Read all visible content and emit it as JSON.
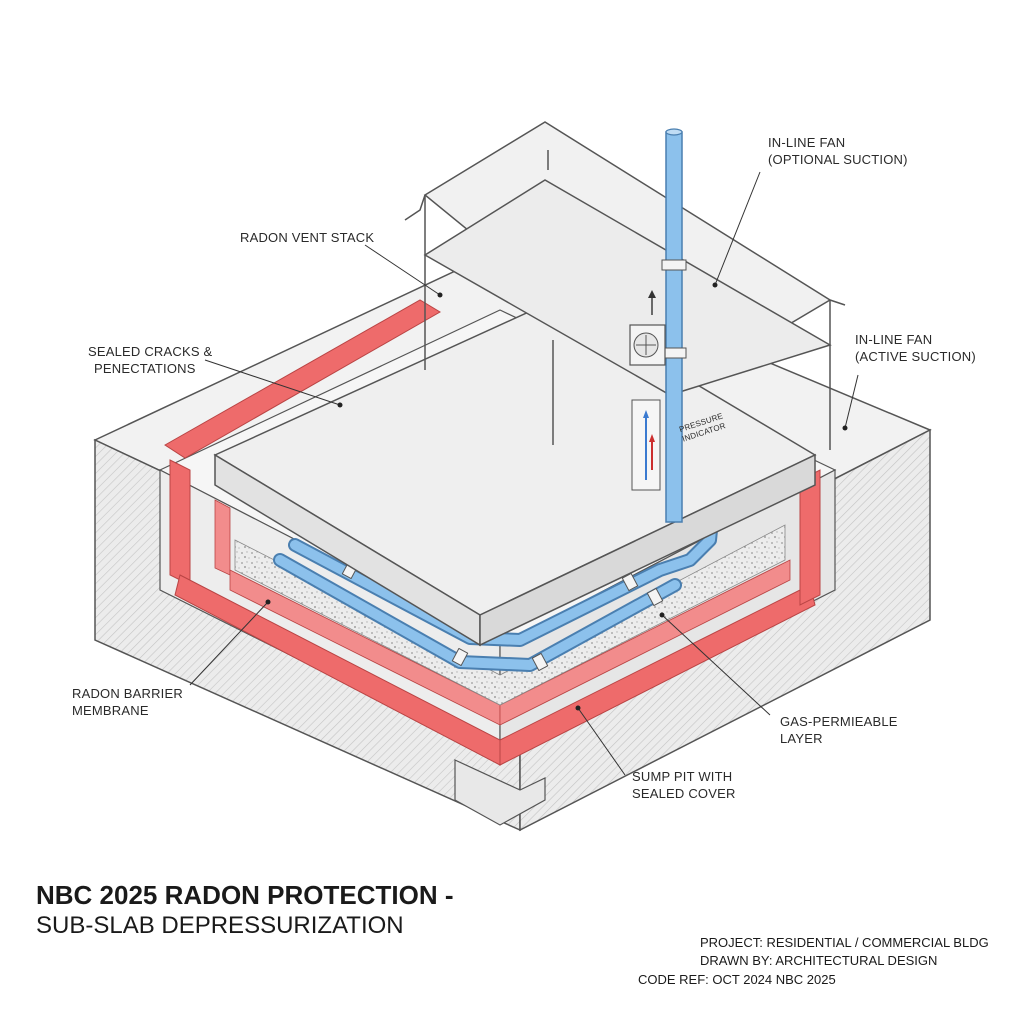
{
  "labels": {
    "radon_vent_stack": "RADON VENT STACK",
    "inline_fan_optional": [
      "IN-LINE FAN",
      "(OPTIONAL SUCTION)"
    ],
    "sealed_cracks": [
      "SEALED CRACKS &",
      "PENECTATIONS"
    ],
    "inline_fan_active": [
      "IN-LINE FAN",
      "(ACTIVE SUCTION)"
    ],
    "pressure_indicator": [
      "PRESSURE",
      "INDICATOR"
    ],
    "radon_barrier": [
      "RADON BARRIER",
      "MEMBRANE"
    ],
    "gas_permeable": [
      "GAS-PERMIEABLE",
      "LAYER"
    ],
    "sump_pit": [
      "SUMP PIT WITH",
      "SEALED COVER"
    ]
  },
  "title": {
    "line1": "NBC 2025 RADON PROTECTION -",
    "line2": "SUB-SLAB DEPRESSURIZATION"
  },
  "meta": {
    "project": "PROJECT: RESIDENTIAL / COMMERCIAL BLDG",
    "drawn_by": "DRAWN BY: ARCHITECTURAL DESIGN",
    "code_ref": "CODE REF: OCT 2024  NBC 2025"
  },
  "colors": {
    "membrane": "#ee6b6b",
    "pipe": "#7fb6e6",
    "concrete": "#f0f0f0",
    "outline": "#555555"
  }
}
